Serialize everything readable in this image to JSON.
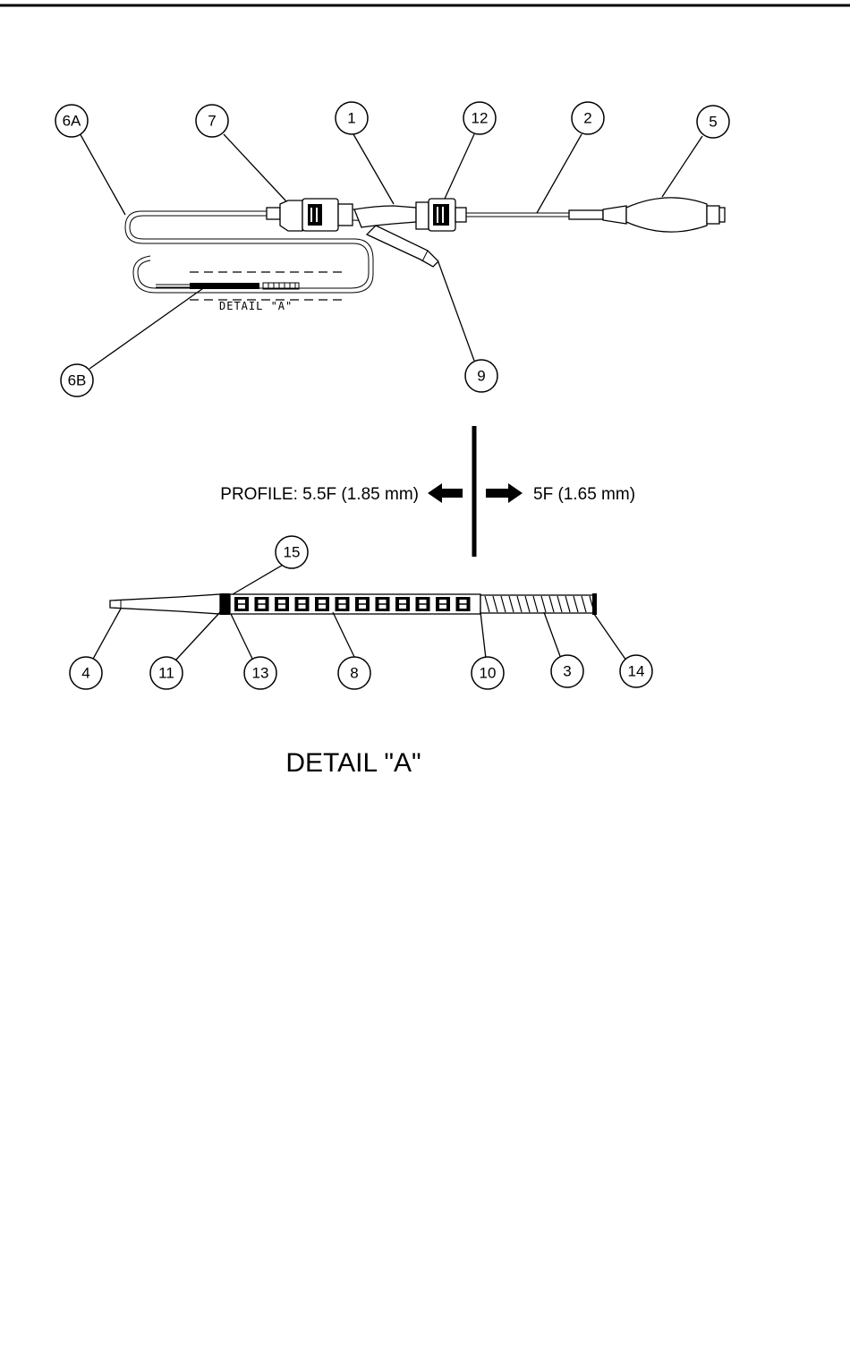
{
  "callouts_top": [
    {
      "key": "6a",
      "label": "6A"
    },
    {
      "key": "7",
      "label": "7"
    },
    {
      "key": "1",
      "label": "1"
    },
    {
      "key": "12",
      "label": "12"
    },
    {
      "key": "2",
      "label": "2"
    },
    {
      "key": "5",
      "label": "5"
    },
    {
      "key": "6b",
      "label": "6B"
    },
    {
      "key": "9",
      "label": "9"
    }
  ],
  "callouts_detail": [
    {
      "key": "15",
      "label": "15"
    },
    {
      "key": "4",
      "label": "4"
    },
    {
      "key": "11",
      "label": "11"
    },
    {
      "key": "13",
      "label": "13"
    },
    {
      "key": "8",
      "label": "8"
    },
    {
      "key": "10",
      "label": "10"
    },
    {
      "key": "3",
      "label": "3"
    },
    {
      "key": "14",
      "label": "14"
    }
  ],
  "detail_small_label": "DETAIL \"A\"",
  "profile_left": "PROFILE: 5.5F (1.85 mm)",
  "profile_right": "5F (1.65 mm)",
  "detail_title": "DETAIL \"A\""
}
